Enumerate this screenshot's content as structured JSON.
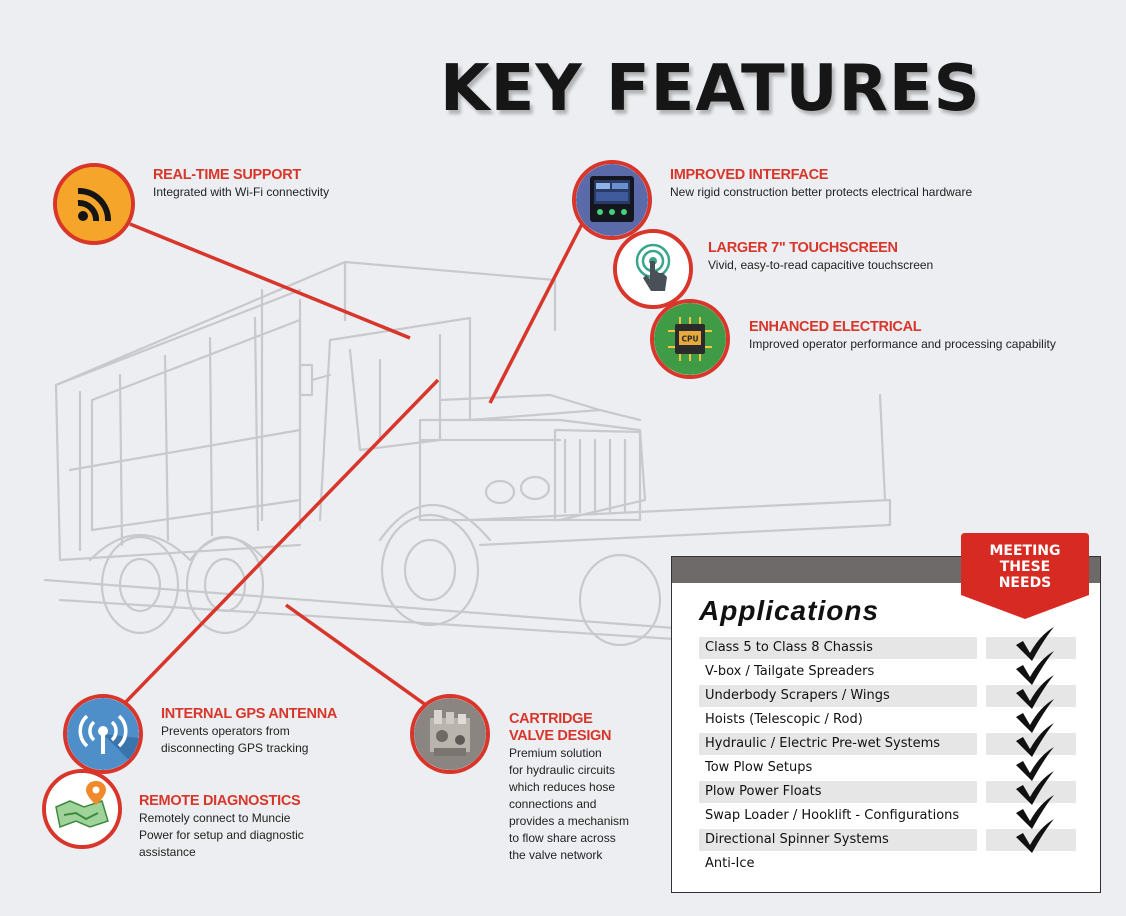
{
  "title": "KEY FEATURES",
  "colors": {
    "accent": "#d8362b",
    "background": "#eceef1",
    "text": "#222222"
  },
  "features": {
    "realtime": {
      "heading": "REAL-TIME SUPPORT",
      "text": "Integrated with Wi-Fi connectivity",
      "icon": "rss-feed-icon"
    },
    "interface": {
      "heading": "IMPROVED INTERFACE",
      "text": "New rigid construction better protects electrical hardware",
      "icon": "control-panel-icon"
    },
    "touchscreen": {
      "heading": "LARGER 7\" TOUCHSCREEN",
      "text": "Vivid, easy-to-read capacitive touchscreen",
      "icon": "touch-hand-icon"
    },
    "electrical": {
      "heading": "ENHANCED ELECTRICAL",
      "text": "Improved operator performance and processing capability",
      "icon": "cpu-chip-icon",
      "chip_label": "CPU"
    },
    "gps": {
      "heading": "INTERNAL GPS ANTENNA",
      "text": "Prevents operators from\ndisconnecting GPS tracking",
      "icon": "antenna-signal-icon"
    },
    "diagnostics": {
      "heading": "REMOTE DIAGNOSTICS",
      "text": "Remotely connect to Muncie\nPower for setup and diagnostic\nassistance",
      "icon": "map-pin-icon"
    },
    "valve": {
      "heading": "CARTRIDGE\nVALVE DESIGN",
      "text": "Premium solution\nfor hydraulic circuits\nwhich reduces hose\nconnections and\nprovides a mechanism\nto flow share across\nthe valve network",
      "icon": "valve-photo-icon"
    }
  },
  "applications": {
    "ribbon": "MEETING\nTHESE\nNEEDS",
    "title": "Applications",
    "items": [
      "Class 5 to Class 8 Chassis",
      "V-box / Tailgate Spreaders",
      "Underbody Scrapers / Wings",
      "Hoists (Telescopic / Rod)",
      "Hydraulic / Electric Pre-wet Systems",
      "Tow Plow Setups",
      "Plow Power Floats",
      "Swap Loader / Hooklift - Configurations",
      "Directional Spinner Systems",
      "Anti-Ice"
    ],
    "check_icon": "checkmark-icon"
  }
}
